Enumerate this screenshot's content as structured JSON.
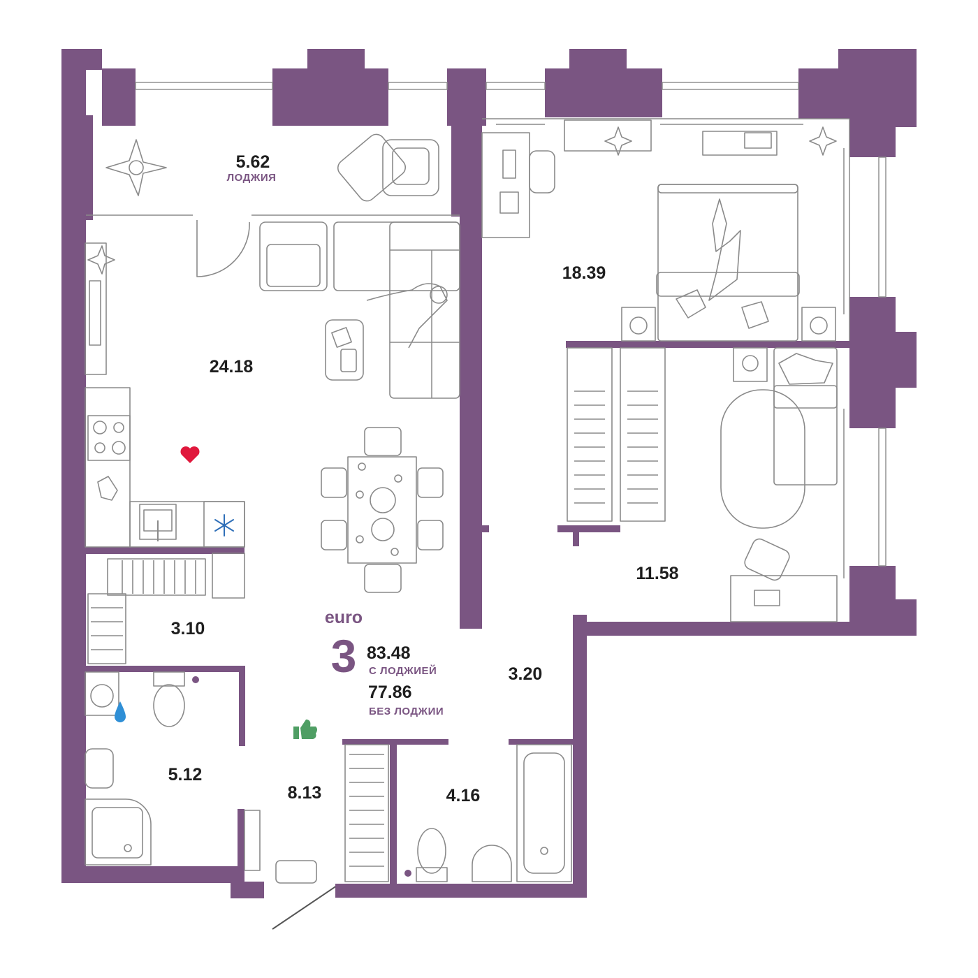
{
  "colors": {
    "wall": "#7a5582",
    "accent": "#7a5582",
    "heart": "#e0183c",
    "water": "#2f8fd6",
    "thumb": "#4f9e64",
    "snow": "#2f6fb8",
    "text": "#1e1e1e"
  },
  "apartment": {
    "type_label": "euro",
    "rooms": "3",
    "area_with_loggia": "83.48",
    "with_loggia_label": "С ЛОДЖИЕЙ",
    "area_without_loggia": "77.86",
    "without_loggia_label": "БЕЗ ЛОДЖИИ"
  },
  "rooms": {
    "loggia": {
      "area": "5.62",
      "label": "ЛОДЖИЯ"
    },
    "living_kitchen": {
      "area": "24.18"
    },
    "bedroom_master": {
      "area": "18.39"
    },
    "bedroom_second": {
      "area": "11.58"
    },
    "storage": {
      "area": "3.10"
    },
    "hallway_small": {
      "area": "3.20"
    },
    "bathroom_combined": {
      "area": "5.12"
    },
    "entrance_hall": {
      "area": "8.13"
    },
    "bathroom_second": {
      "area": "4.16"
    }
  },
  "icons": {
    "heart": "heart-icon",
    "water": "water-drop-icon",
    "thumb": "thumbs-up-icon",
    "snowflake": "snowflake-icon"
  }
}
